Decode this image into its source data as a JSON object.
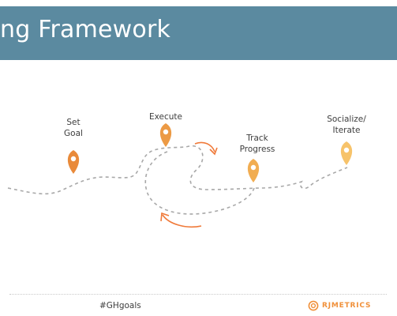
{
  "header": {
    "title": "ng Framework"
  },
  "stages": [
    {
      "label": "Set\nGoal",
      "icon": "map-pin-icon",
      "color": "#e98a3a"
    },
    {
      "label": "Execute",
      "icon": "map-pin-icon",
      "color": "#ec9a45"
    },
    {
      "label": "Track\nProgress",
      "icon": "map-pin-icon",
      "color": "#f1ad52"
    },
    {
      "label": "Socialize/\nIterate",
      "icon": "map-pin-icon",
      "color": "#f7c36a"
    }
  ],
  "arrows": {
    "color": "#f07a3a"
  },
  "path": {
    "color": "#a8a8a8"
  },
  "header_color": "#5b8aa0",
  "footer": {
    "hashtag": "#GHgoals",
    "logo_text": "RJMETRICS",
    "logo_color": "#f0903a"
  }
}
